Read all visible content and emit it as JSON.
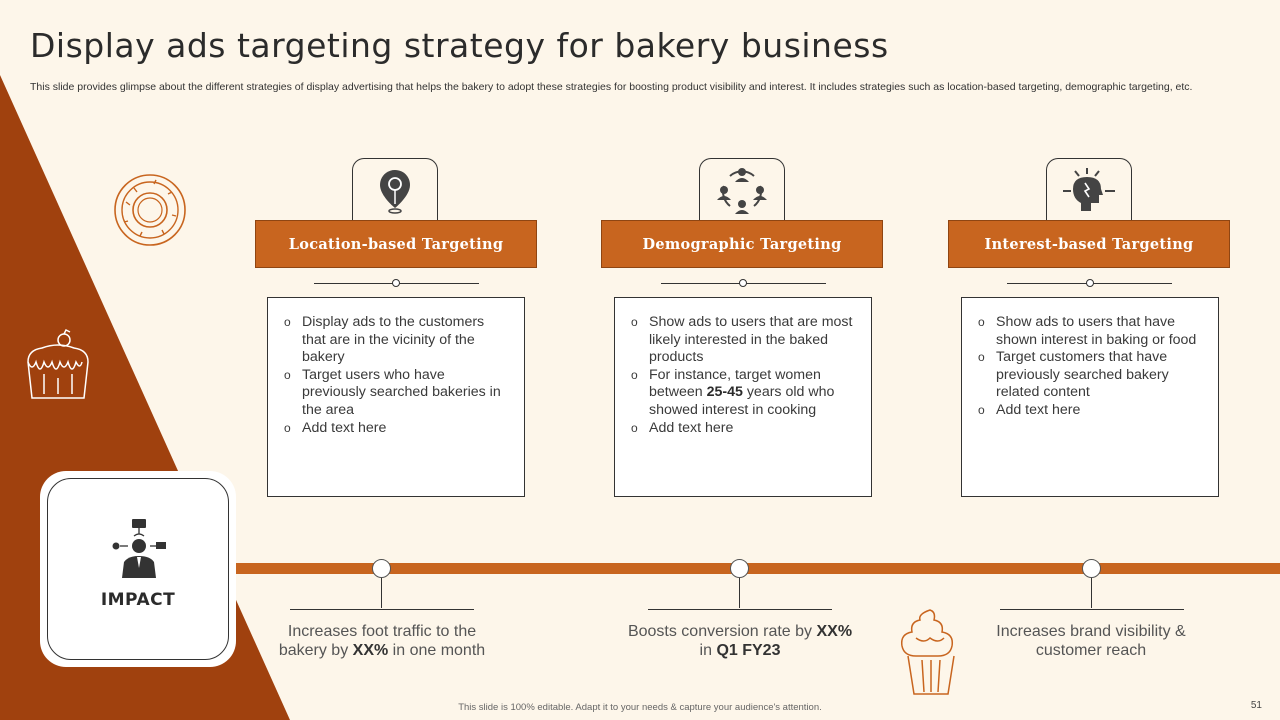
{
  "title": "Display ads targeting strategy for bakery business",
  "subtitle": "This slide provides glimpse about the different strategies of display advertising that helps the bakery to adopt these strategies for boosting product visibility and interest. It includes strategies such as location-based targeting, demographic targeting, etc.",
  "strategies": [
    {
      "title": "Location-based Targeting",
      "icon": "location-pin-icon",
      "points": [
        "Display ads to the customers that are in the vicinity of the bakery",
        "Target users who have previously searched bakeries in the area",
        "Add text here"
      ]
    },
    {
      "title": "Demographic Targeting",
      "icon": "people-network-icon",
      "points": [
        "Show ads to users that are most likely interested in the baked products",
        "For instance, target women between 25-45 years old who showed interest in cooking",
        "Add text here"
      ]
    },
    {
      "title": "Interest-based Targeting",
      "icon": "head-idea-icon",
      "points": [
        "Show ads to users that have shown interest in baking or food",
        "Target customers that have previously searched bakery related content",
        "Add text here"
      ]
    }
  ],
  "impact": {
    "label": "IMPACT",
    "icon": "businessman-icon",
    "items": [
      {
        "pre": "Increases foot traffic to the bakery by ",
        "bold": "XX%",
        "post": " in one month"
      },
      {
        "pre": "Boosts conversion rate by ",
        "bold": "XX%",
        "mid": " in ",
        "bold2": "Q1 FY23"
      },
      {
        "pre": "Increases brand visibility & customer reach"
      }
    ]
  },
  "footer": "This slide is 100% editable.  Adapt it to your needs & capture your audience's attention.",
  "page_number": "51",
  "colors": {
    "accent": "#c8651f",
    "dark_accent": "#a0410e",
    "background": "#fdf6ea"
  }
}
